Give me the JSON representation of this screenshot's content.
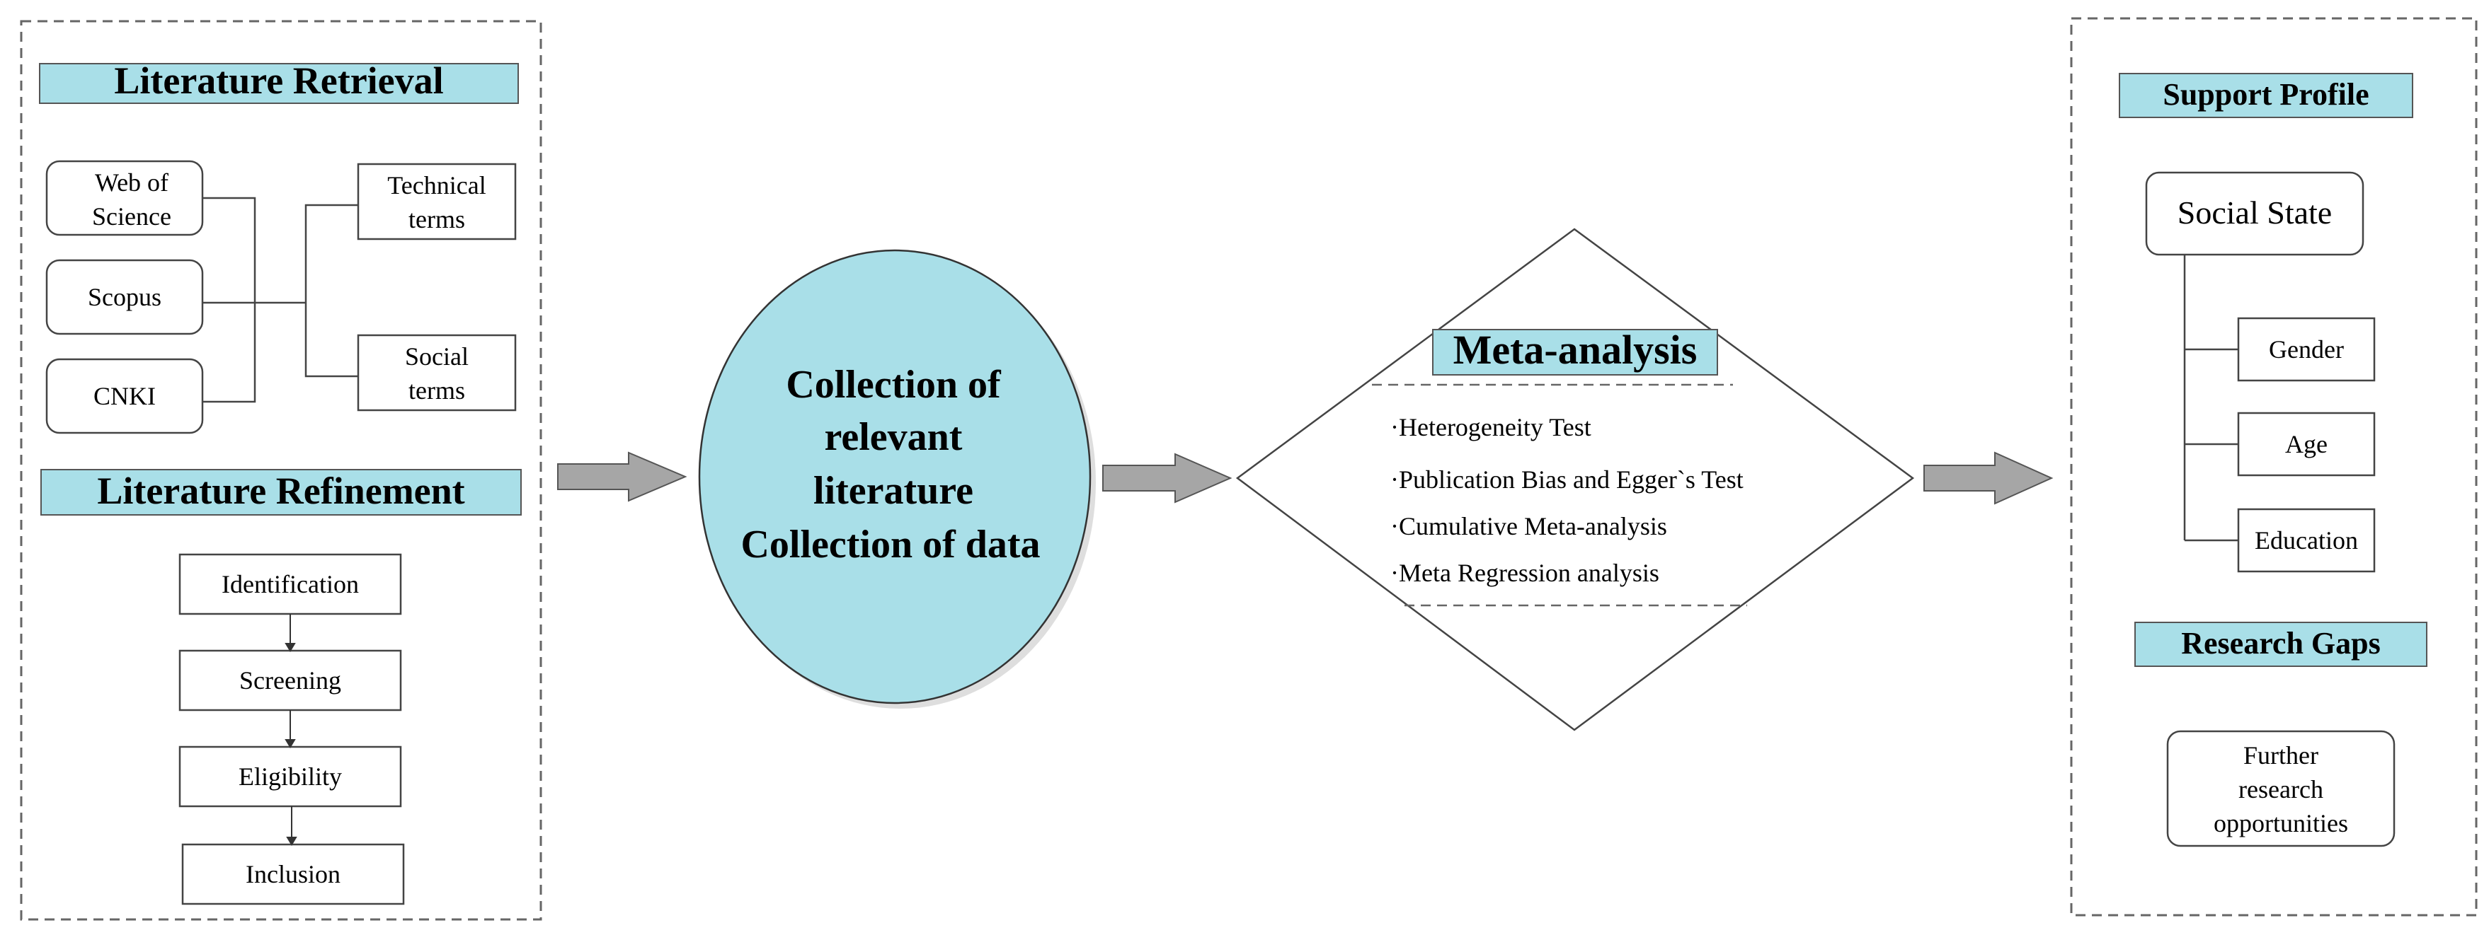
{
  "colors": {
    "header_fill": "#a9dfe8",
    "circle_fill": "#a9dfe8",
    "stroke": "#4a4a4a",
    "arrow_fill": "#a6a6a6",
    "dash": "#666666"
  },
  "left_panel": {
    "retrieval_header": "Literature Retrieval",
    "databases": [
      {
        "line1": "Web of",
        "line2": "Science"
      },
      {
        "line1": "Scopus"
      },
      {
        "line1": "CNKI"
      }
    ],
    "terms": [
      {
        "line1": "Technical",
        "line2": "terms"
      },
      {
        "line1": "Social",
        "line2": "terms"
      }
    ],
    "refinement_header": "Literature Refinement",
    "steps": [
      "Identification",
      "Screening",
      "Eligibility",
      "Inclusion"
    ]
  },
  "center_circle": {
    "lines": [
      "Collection of",
      "relevant",
      "literature",
      "Collection of data"
    ]
  },
  "diamond": {
    "title": "Meta-analysis",
    "items": [
      "·Heterogeneity Test",
      "·Publication Bias and Egger`s Test",
      "·Cumulative Meta-analysis",
      "·Meta Regression analysis"
    ]
  },
  "right_panel": {
    "support_header": "Support Profile",
    "social_state": "Social State",
    "factors": [
      "Gender",
      "Age",
      "Education"
    ],
    "gaps_header": "Research Gaps",
    "further": {
      "line1": "Further",
      "line2": "research",
      "line3": "opportunities"
    }
  },
  "icons": [
    "arrow-right-icon"
  ]
}
